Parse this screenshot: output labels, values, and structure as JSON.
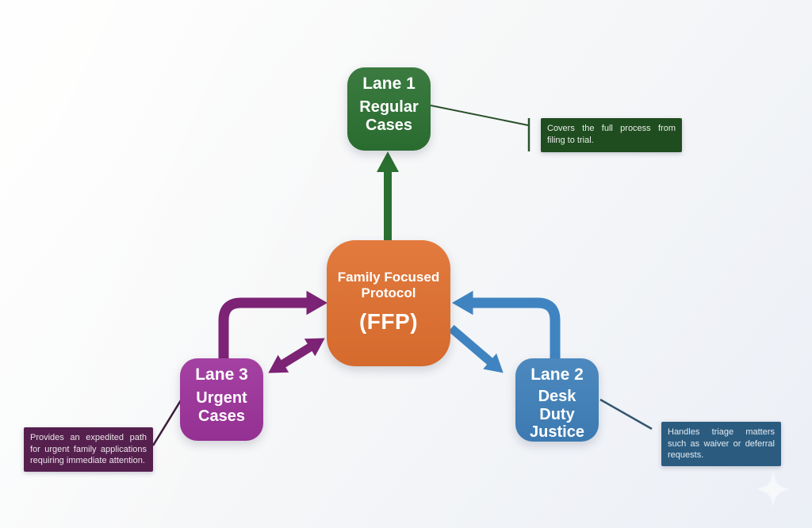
{
  "nodes": {
    "ffp": {
      "title": "Family Focused Protocol",
      "subtitle": "(FFP)",
      "color": "#E0702F"
    },
    "lane1": {
      "label": "Lane 1",
      "sublabel": "Regular Cases",
      "color": "#2C7132"
    },
    "lane2": {
      "label": "Lane 2",
      "sublabel": "Desk Duty Justice",
      "color": "#3F80BA"
    },
    "lane3": {
      "label": "Lane 3",
      "sublabel": "Urgent Cases",
      "color": "#9D339B"
    }
  },
  "annotations": {
    "lane1_note": {
      "text": "Covers the full process from filing to trial.",
      "color": "#1F4D20"
    },
    "lane2_note": {
      "text": "Handles triage matters such as waiver or deferral requests.",
      "color": "#2B5C80"
    },
    "lane3_note": {
      "text": "Provides an expedited path for urgent family applications requiring immediate attention.",
      "color": "#55204E"
    }
  },
  "arrows": {
    "green": "#2B7030",
    "purple": "#7C2376",
    "blue": "#3F84C1",
    "connector_green": "#2A522C",
    "connector_purple": "#3E1C3A",
    "connector_blue": "#33566E"
  },
  "decor": {
    "sparkle_color": "#FFFFFF"
  }
}
